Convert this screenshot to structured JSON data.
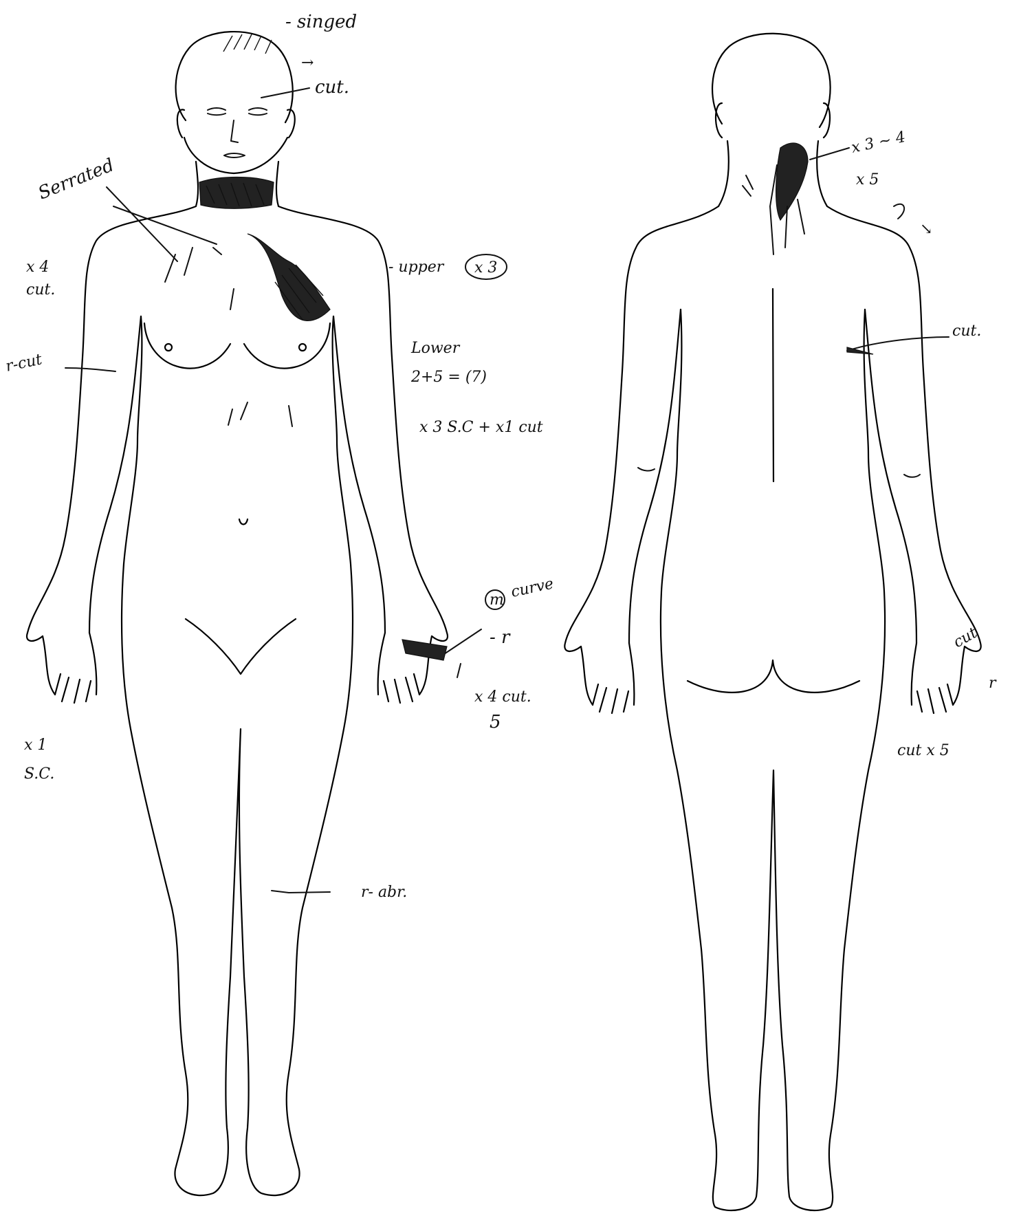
{
  "annotations": {
    "singed": "- singed",
    "head_arrow": "→",
    "face_cut": "cut.",
    "serrated": "Serrated",
    "chest_x4": "x 4",
    "chest_x4_cut": "cut.",
    "arm_cut": "r-cut",
    "chest_x3_prefix": "- upper",
    "chest_x3": "x 3",
    "lower": "Lower",
    "lower_count": "2+5 = (7)",
    "abdomen": "x 3 S.C + x1 cut",
    "hand_circle": "m",
    "curve": "curve",
    "hand_mark": "- r",
    "hand_cut_1": "x 4 cut.",
    "hand_cut_2": "5",
    "x1": "x 1",
    "sc": "S.C.",
    "leg_abr": "r- abr.",
    "back_neck_1": "x 3 ~ 4",
    "back_neck_2": "x 5",
    "back_shoulder_arrow": "↘",
    "back_cut": "cut.",
    "back_hand_cut": "cut",
    "back_hand_r": "r",
    "cut_x5": "cut x 5"
  }
}
